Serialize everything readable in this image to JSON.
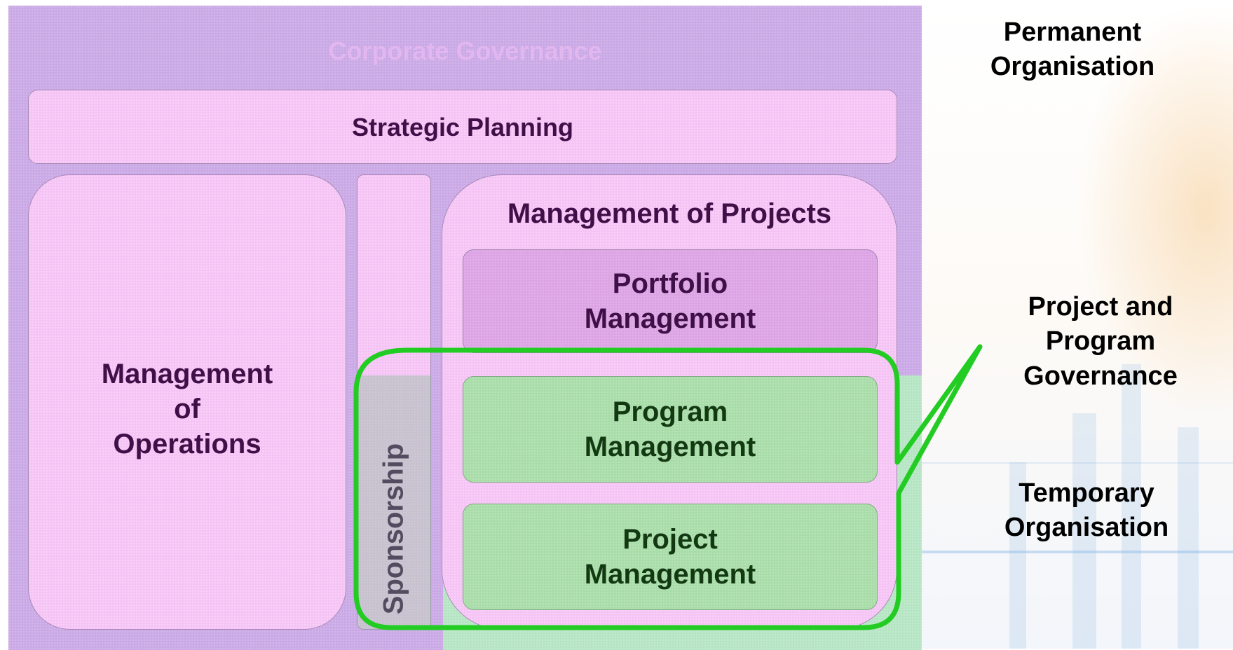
{
  "regions": {
    "corporate_governance": "Corporate Governance"
  },
  "boxes": {
    "strategic_planning": "Strategic Planning",
    "management_of_operations": "Management\nof\nOperations",
    "sponsorship": "Sponsorship",
    "management_of_projects": "Management of Projects",
    "portfolio_management": "Portfolio\nManagement",
    "program_management": "Program\nManagement",
    "project_management": "Project\nManagement"
  },
  "side_labels": {
    "permanent_organisation": "Permanent\nOrganisation",
    "project_and_program_governance": "Project and\nProgram\nGovernance",
    "temporary_organisation": "Temporary\nOrganisation"
  },
  "colors": {
    "corporate_governance_fill": "#caa9e6",
    "box_fill": "#f5c4f5",
    "portfolio_fill": "#dca4e4",
    "temporary_fill": "#b6e5c4",
    "governance_outline": "#22cc22",
    "label_purple": "#3f0f47",
    "label_green": "#133913"
  }
}
